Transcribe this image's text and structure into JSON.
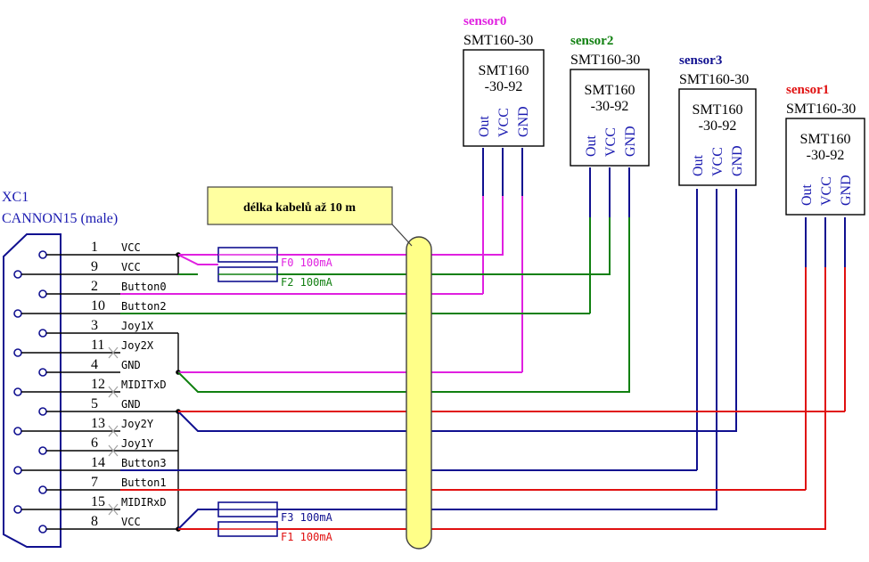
{
  "connector": {
    "ref": "XC1",
    "name": "CANNON15 (male)",
    "pins": [
      {
        "num": "1",
        "label": "VCC"
      },
      {
        "num": "9",
        "label": "VCC"
      },
      {
        "num": "2",
        "label": "Button0"
      },
      {
        "num": "10",
        "label": "Button2"
      },
      {
        "num": "3",
        "label": "Joy1X"
      },
      {
        "num": "11",
        "label": "Joy2X"
      },
      {
        "num": "4",
        "label": "GND"
      },
      {
        "num": "12",
        "label": "MIDITxD"
      },
      {
        "num": "5",
        "label": "GND"
      },
      {
        "num": "13",
        "label": "Joy2Y"
      },
      {
        "num": "6",
        "label": "Joy1Y"
      },
      {
        "num": "14",
        "label": "Button3"
      },
      {
        "num": "7",
        "label": "Button1"
      },
      {
        "num": "15",
        "label": "MIDIRxD"
      },
      {
        "num": "8",
        "label": "VCC"
      }
    ]
  },
  "cable_note": "délka kabelů až 10 m",
  "fuses": [
    {
      "label": "F0 100mA",
      "color": "#e020e0"
    },
    {
      "label": "F2 100mA",
      "color": "#108010"
    },
    {
      "label": "F3 100mA",
      "color": "#101090"
    },
    {
      "label": "F1 100mA",
      "color": "#e01010"
    }
  ],
  "sensors": [
    {
      "name": "sensor0",
      "model": "SMT160-30",
      "chip_line1": "SMT160",
      "chip_line2": "-30-92",
      "pins": [
        "Out",
        "VCC",
        "GND"
      ],
      "color": "#e020e0"
    },
    {
      "name": "sensor2",
      "model": "SMT160-30",
      "chip_line1": "SMT160",
      "chip_line2": "-30-92",
      "pins": [
        "Out",
        "VCC",
        "GND"
      ],
      "color": "#108010"
    },
    {
      "name": "sensor3",
      "model": "SMT160-30",
      "chip_line1": "SMT160",
      "chip_line2": "-30-92",
      "pins": [
        "Out",
        "VCC",
        "GND"
      ],
      "color": "#101090"
    },
    {
      "name": "sensor1",
      "model": "SMT160-30",
      "chip_line1": "SMT160",
      "chip_line2": "-30-92",
      "pins": [
        "Out",
        "VCC",
        "GND"
      ],
      "color": "#e01010"
    }
  ],
  "colors": {
    "pin_label_blue": "#1a1ab0",
    "note_box_fill": "#ffffa0",
    "cable_fill": "#ffff88"
  }
}
